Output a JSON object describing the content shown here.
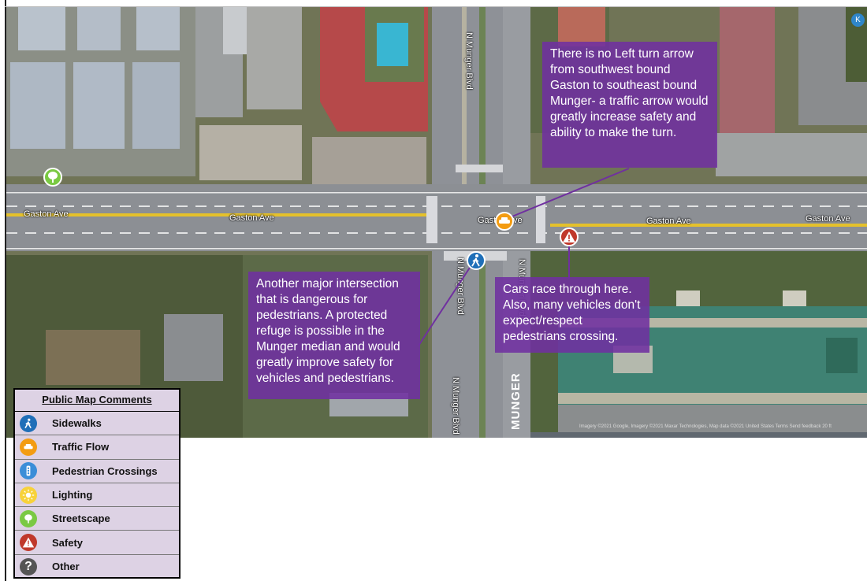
{
  "map": {
    "streets": {
      "gaston_left": "Gaston Ave",
      "gaston_mid": "Gaston Ave",
      "gaston_right_1": "Gaston Ave",
      "gaston_right_2": "Gaston Ave",
      "gaston_intersection": "Gaston Ave",
      "munger_north": "N Munger Blvd",
      "munger_south": "N Munger Blvd",
      "munger_south_2": "N Munger Blvd",
      "munger_right": "N Munger Blvd",
      "munger_caption": "MUNGER"
    },
    "attribution": "Imagery ©2021 Google, Imagery ©2021 Maxar Technologies, Map data ©2021   United States   Terms   Send feedback   20 ft",
    "zoom_button_label": "K"
  },
  "callouts": {
    "left_turn": "There is no Left turn arrow from southwest bound Gaston to southeast bound Munger- a traffic arrow would greatly increase safety and ability to make the turn.",
    "pedestrian_refuge": "Another major intersection that is dangerous for pedestrians. A protected refuge is possible in the Munger median and would greatly improve safety for vehicles and pedestrians.",
    "cars_race": "Cars race through here. Also, many vehicles don't expect/respect pedestrians crossing."
  },
  "legend": {
    "title": "Public Map Comments",
    "items": [
      {
        "label": "Sidewalks",
        "icon": "pedestrian-icon",
        "color": "#1f6fb8"
      },
      {
        "label": "Traffic Flow",
        "icon": "car-icon",
        "color": "#f39c12"
      },
      {
        "label": "Pedestrian Crossings",
        "icon": "traffic-light-icon",
        "color": "#3b8ed8"
      },
      {
        "label": "Lighting",
        "icon": "sun-icon",
        "color": "#f7d23a"
      },
      {
        "label": "Streetscape",
        "icon": "tree-icon",
        "color": "#7ac943"
      },
      {
        "label": "Safety",
        "icon": "warning-icon",
        "color": "#c0392b"
      },
      {
        "label": "Other",
        "icon": "question-icon",
        "color": "#555555"
      }
    ]
  }
}
